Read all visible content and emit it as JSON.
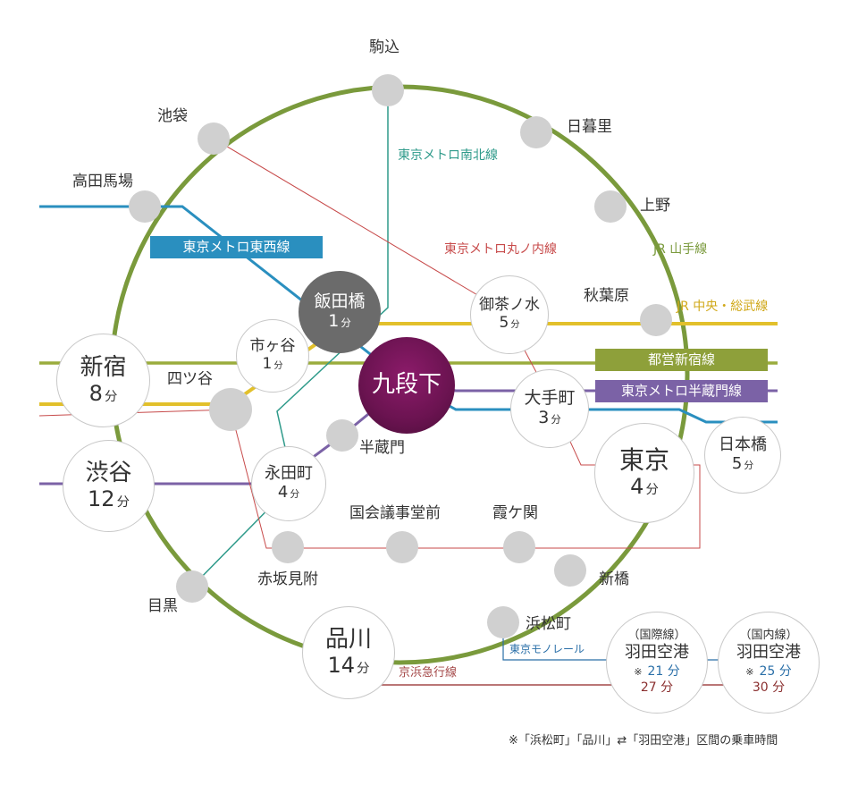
{
  "colors": {
    "yamanote": "#7a9a3c",
    "marunouchi": "#c74a4a",
    "namboku": "#2e9a8a",
    "tozai": "#2a8fbf",
    "hanzomon": "#7b62a6",
    "chuo": "#e2c02b",
    "shinjuku": "#9aac3c",
    "keikyu": "#a44848",
    "monorail": "#2a6fa8"
  },
  "stations": {
    "komagome": "駒込",
    "ikebukuro": "池袋",
    "nippori": "日暮里",
    "takadanobaba": "高田馬場",
    "ueno": "上野",
    "akihabara": "秋葉原",
    "yotsuya": "四ツ谷",
    "hanzomon": "半蔵門",
    "kokkai": "国会議事堂前",
    "kasumigaseki": "霞ケ関",
    "shimbashi": "新橋",
    "akasakamitsuke": "赤坂見附",
    "meguro": "目黒",
    "hamamatsucho": "浜松町"
  },
  "lines": {
    "namboku": "東京メトロ南北線",
    "marunouchi": "東京メトロ丸ノ内線",
    "yamanote": "JR 山手線",
    "chuo": "JR 中央・総武線",
    "tozai": "東京メトロ東西線",
    "shinjuku": "都営新宿線",
    "hanzomon": "東京メトロ半蔵門線",
    "monorail": "東京モノレール",
    "keikyu": "京浜急行線"
  },
  "nodes": {
    "iidabashi": {
      "name": "飯田橋",
      "time": "1",
      "unit": "分"
    },
    "kudanshita": {
      "name": "九段下"
    },
    "ichigaya": {
      "name": "市ヶ谷",
      "time": "1",
      "unit": "分"
    },
    "ochanomizu": {
      "name": "御茶ノ水",
      "time": "5",
      "unit": "分"
    },
    "otemachi": {
      "name": "大手町",
      "time": "3",
      "unit": "分"
    },
    "shinjuku": {
      "name": "新宿",
      "time": "8",
      "unit": "分"
    },
    "shibuya": {
      "name": "渋谷",
      "time": "12",
      "unit": "分"
    },
    "nagatacho": {
      "name": "永田町",
      "time": "4",
      "unit": "分"
    },
    "tokyo": {
      "name": "東京",
      "time": "4",
      "unit": "分"
    },
    "nihombashi": {
      "name": "日本橋",
      "time": "5",
      "unit": "分"
    },
    "shinagawa": {
      "name": "品川",
      "time": "14",
      "unit": "分"
    }
  },
  "airports": {
    "intl": {
      "type": "（国際線）",
      "name": "羽田空港",
      "mark": "※",
      "t1": "21 分",
      "t2": "27 分"
    },
    "dom": {
      "type": "（国内線）",
      "name": "羽田空港",
      "mark": "※",
      "t1": "25 分",
      "t2": "30 分"
    }
  },
  "footnote": "※「浜松町」「品川」⇄「羽田空港」区間の乗車時間"
}
